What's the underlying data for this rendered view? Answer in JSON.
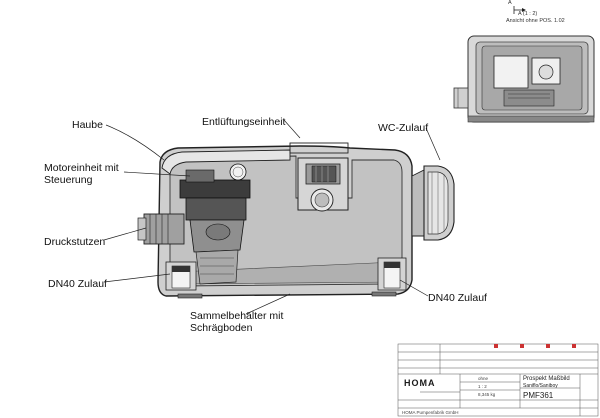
{
  "view_note": {
    "arrow_letter": "A",
    "scale_label": "A (1 : 2)",
    "caption": "Ansicht ohne POS. 1.02"
  },
  "callouts": {
    "haube": "Haube",
    "motoreinheit_line1": "Motoreinheit mit",
    "motoreinheit_line2": "Steuerung",
    "druckstutzen": "Druckstutzen",
    "dn40_left": "DN40 Zulauf",
    "entlueftung": "Entlüftungseinheit",
    "wc_zulauf": "WC-Zulauf",
    "dn40_right": "DN40 Zulauf",
    "sammel_line1": "Sammelbehälter mit",
    "sammel_line2": "Schrägboden"
  },
  "title_block": {
    "logo": "HOMA",
    "title_line1": "Prospekt Maßbild",
    "title_line2": "Saniflo/Saniboy",
    "drawing_number": "PMF361",
    "scale": "1 : 2",
    "weight": "8,345 kg",
    "material": "ohne",
    "company": "HOMA Pumpenfabrik GmbH"
  }
}
